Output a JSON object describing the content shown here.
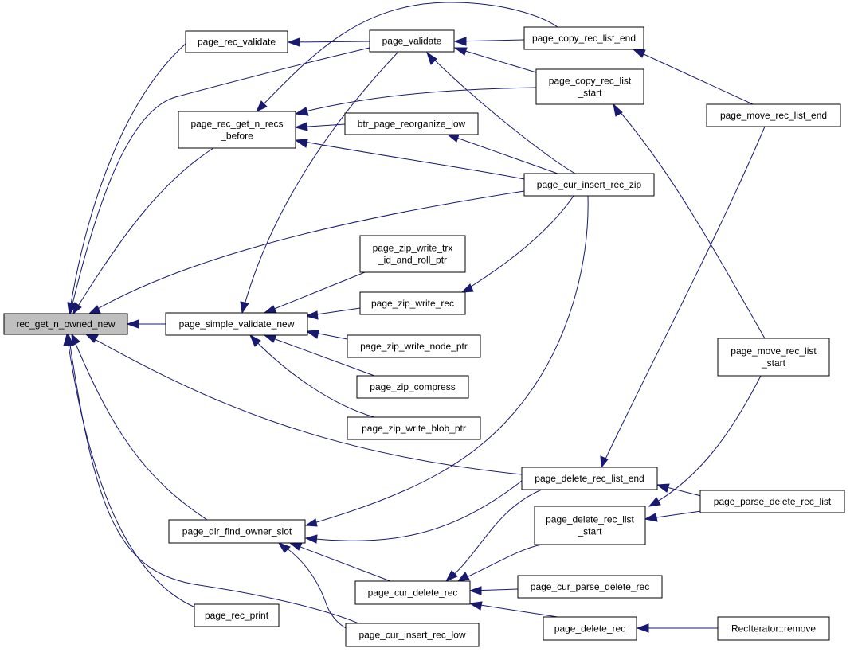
{
  "graph": {
    "nodes": [
      {
        "id": "root",
        "lines": [
          "rec_get_n_owned_new"
        ]
      },
      {
        "id": "prv",
        "lines": [
          "page_rec_validate"
        ]
      },
      {
        "id": "pv",
        "lines": [
          "page_validate"
        ]
      },
      {
        "id": "pcrle",
        "lines": [
          "page_copy_rec_list_end"
        ]
      },
      {
        "id": "prgnr",
        "lines": [
          "page_rec_get_n_recs",
          "_before"
        ]
      },
      {
        "id": "pcrls",
        "lines": [
          "page_copy_rec_list",
          "_start"
        ]
      },
      {
        "id": "bpro",
        "lines": [
          "btr_page_reorganize_low"
        ]
      },
      {
        "id": "pmrle",
        "lines": [
          "page_move_rec_list_end"
        ]
      },
      {
        "id": "pcirz",
        "lines": [
          "page_cur_insert_rec_zip"
        ]
      },
      {
        "id": "pzwt",
        "lines": [
          "page_zip_write_trx",
          "_id_and_roll_ptr"
        ]
      },
      {
        "id": "pzwr",
        "lines": [
          "page_zip_write_rec"
        ]
      },
      {
        "id": "psvn",
        "lines": [
          "page_simple_validate_new"
        ]
      },
      {
        "id": "pzwnp",
        "lines": [
          "page_zip_write_node_ptr"
        ]
      },
      {
        "id": "pmrls",
        "lines": [
          "page_move_rec_list",
          "_start"
        ]
      },
      {
        "id": "pzc",
        "lines": [
          "page_zip_compress"
        ]
      },
      {
        "id": "pzwbp",
        "lines": [
          "page_zip_write_blob_ptr"
        ]
      },
      {
        "id": "pdrle",
        "lines": [
          "page_delete_rec_list_end"
        ]
      },
      {
        "id": "ppdrl",
        "lines": [
          "page_parse_delete_rec_list"
        ]
      },
      {
        "id": "pdfos",
        "lines": [
          "page_dir_find_owner_slot"
        ]
      },
      {
        "id": "pdrls",
        "lines": [
          "page_delete_rec_list",
          "_start"
        ]
      },
      {
        "id": "pcdr",
        "lines": [
          "page_cur_delete_rec"
        ]
      },
      {
        "id": "pcpdr",
        "lines": [
          "page_cur_parse_delete_rec"
        ]
      },
      {
        "id": "prp",
        "lines": [
          "page_rec_print"
        ]
      },
      {
        "id": "pdr",
        "lines": [
          "page_delete_rec"
        ]
      },
      {
        "id": "ritr",
        "lines": [
          "RecIterator::remove"
        ]
      },
      {
        "id": "pcirl",
        "lines": [
          "page_cur_insert_rec_low"
        ]
      }
    ]
  }
}
